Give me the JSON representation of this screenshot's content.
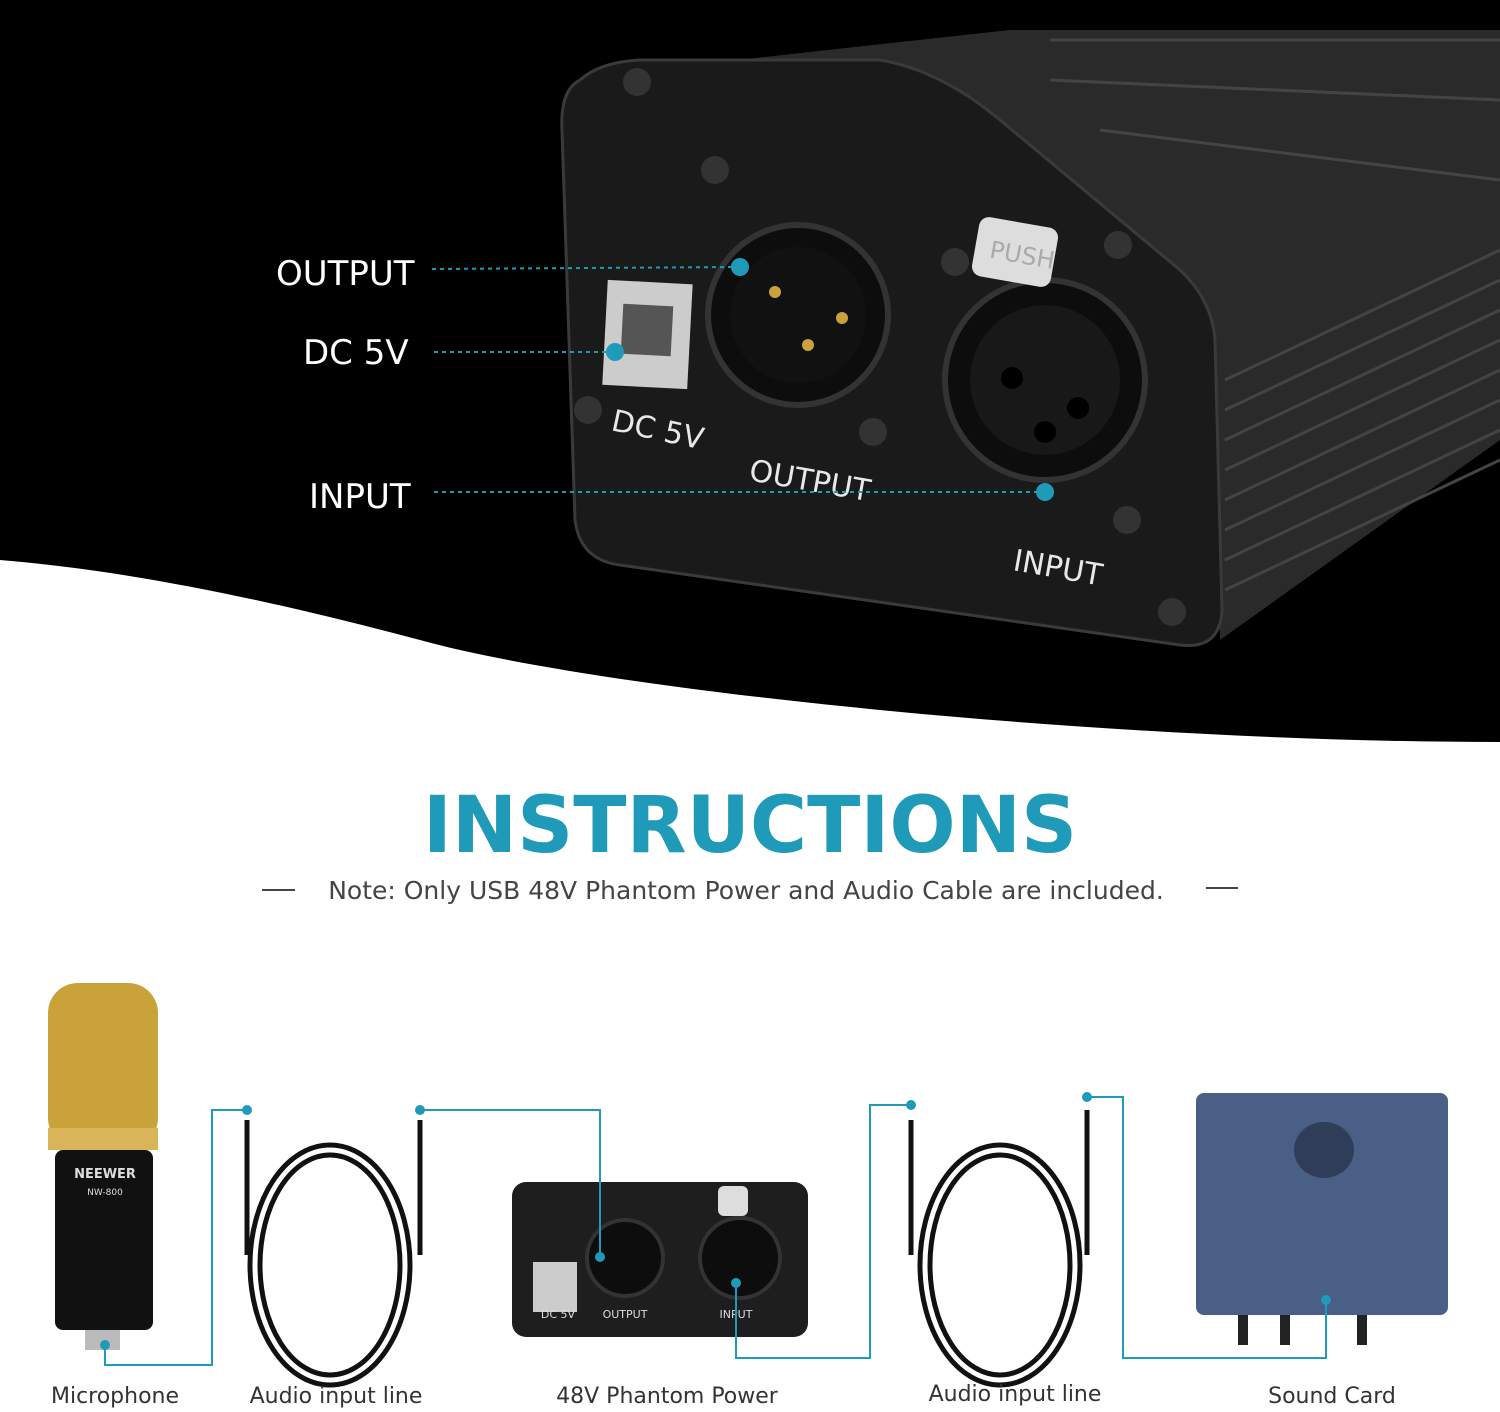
{
  "top_panel": {
    "callouts": {
      "output": "OUTPUT",
      "dc5v": "DC 5V",
      "input": "INPUT"
    },
    "device_labels": {
      "dc5v": "DC 5V",
      "output": "OUTPUT",
      "input": "INPUT",
      "push": "PUSH"
    }
  },
  "instructions": {
    "title": "INSTRUCTIONS",
    "note": "Note: Only USB 48V Phantom Power and Audio Cable are included."
  },
  "diagram": {
    "microphone_brand": "NEEWER",
    "microphone_model": "NW-800",
    "device_labels": {
      "dc5v": "DC 5V",
      "output": "OUTPUT",
      "input": "INPUT"
    },
    "captions": [
      "Microphone",
      "Audio input line",
      "48V Phantom Power",
      "Audio input line",
      "Sound Card"
    ]
  },
  "colors": {
    "accent": "#1f9ab8",
    "background_dark": "#000000",
    "sound_card": "#4a5f85"
  }
}
